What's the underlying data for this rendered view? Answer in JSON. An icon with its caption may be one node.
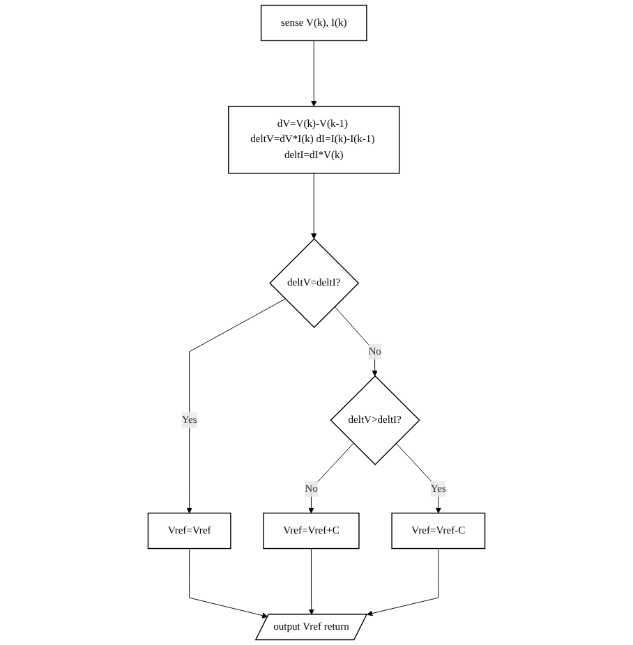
{
  "diagram": {
    "nodes": [
      {
        "text": [
          "sense V(k), I(k)"
        ]
      },
      {
        "text": [
          "dV=V(k)-V(k-1) deltV=dV*I(k) dI=I(k)-I(k-1) deltI=dI*V(k)"
        ]
      },
      {
        "text": [
          "deltV=deltI?"
        ]
      },
      {
        "text": [
          "deltV>deltI?"
        ]
      },
      {
        "text": [
          "Vref=Vref"
        ]
      },
      {
        "text": [
          "Vref=Vref+C"
        ]
      },
      {
        "text": [
          "Vref=Vref-C"
        ]
      },
      {
        "text": [
          "output Vref return"
        ]
      }
    ],
    "edges": [
      {
        "from": 0,
        "to": 1,
        "arrow": "to"
      },
      {
        "from": 1,
        "to": 2,
        "arrow": "to"
      },
      {
        "from": 2,
        "to": 4,
        "arrow": "to",
        "label": "Yes"
      },
      {
        "from": 2,
        "to": 3,
        "arrow": "to",
        "label": "No"
      },
      {
        "from": 3,
        "to": 5,
        "arrow": "to",
        "label": "No"
      },
      {
        "from": 3,
        "to": 6,
        "arrow": "to",
        "label": "Yes"
      },
      {
        "from": 4,
        "to": 7,
        "arrow": "to"
      },
      {
        "from": 5,
        "to": 7,
        "arrow": "to"
      },
      {
        "from": 6,
        "to": 7,
        "arrow": "to"
      }
    ]
  }
}
